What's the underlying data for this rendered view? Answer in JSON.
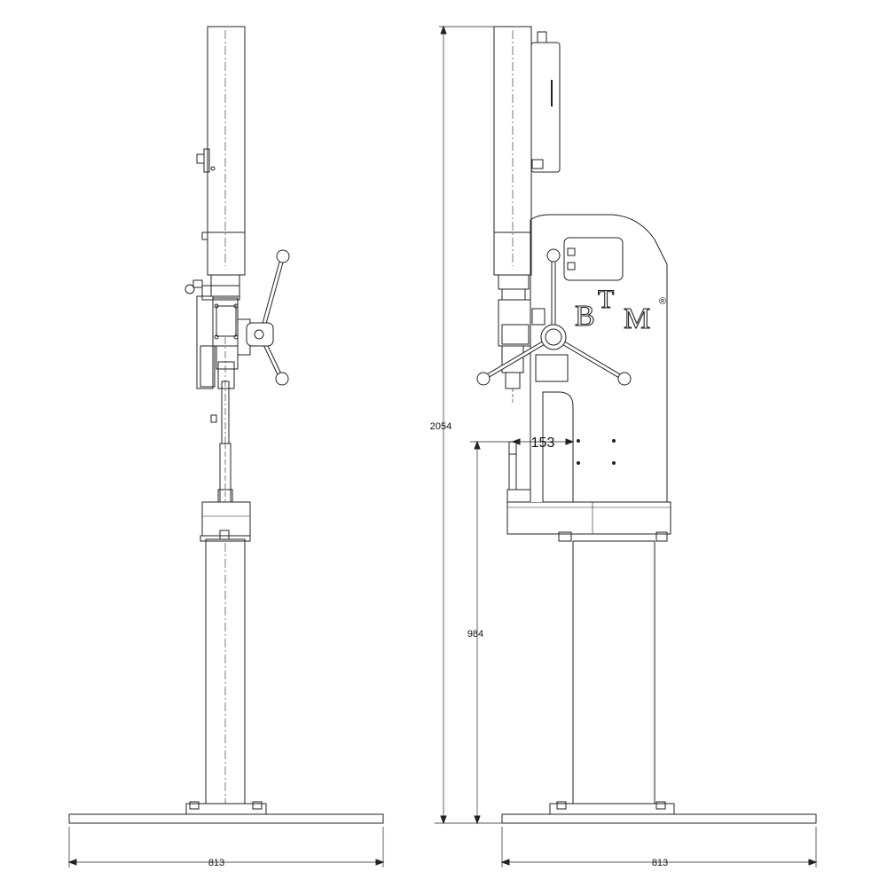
{
  "dimensions": {
    "overall_height": "2054",
    "table_height": "984",
    "throat_depth": "153",
    "base_width_left": "813",
    "base_width_right": "813"
  },
  "logo": {
    "text": "BTM",
    "mark": "®"
  },
  "colors": {
    "line": "#222222",
    "logo_fill": "#ffffff"
  }
}
